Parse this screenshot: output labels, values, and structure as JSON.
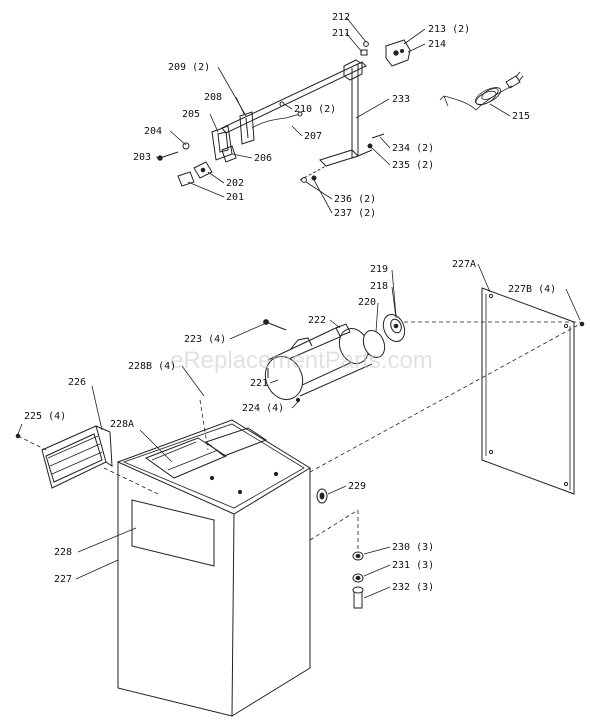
{
  "watermark": "eReplacementParts.com",
  "callouts": [
    {
      "id": "212",
      "text": "212"
    },
    {
      "id": "211",
      "text": "211"
    },
    {
      "id": "213",
      "text": "213 (2)"
    },
    {
      "id": "214",
      "text": "214"
    },
    {
      "id": "209",
      "text": "209 (2)"
    },
    {
      "id": "233",
      "text": "233"
    },
    {
      "id": "208",
      "text": "208"
    },
    {
      "id": "210",
      "text": "210 (2)"
    },
    {
      "id": "205",
      "text": "205"
    },
    {
      "id": "207",
      "text": "207"
    },
    {
      "id": "204",
      "text": "204"
    },
    {
      "id": "215",
      "text": "215"
    },
    {
      "id": "234",
      "text": "234 (2)"
    },
    {
      "id": "203",
      "text": "203"
    },
    {
      "id": "206",
      "text": "206"
    },
    {
      "id": "235",
      "text": "235 (2)"
    },
    {
      "id": "202",
      "text": "202"
    },
    {
      "id": "201",
      "text": "201"
    },
    {
      "id": "236",
      "text": "236 (2)"
    },
    {
      "id": "237",
      "text": "237 (2)"
    },
    {
      "id": "227A",
      "text": "227A"
    },
    {
      "id": "219",
      "text": "219"
    },
    {
      "id": "227B",
      "text": "227B (4)"
    },
    {
      "id": "218",
      "text": "218"
    },
    {
      "id": "220",
      "text": "220"
    },
    {
      "id": "222",
      "text": "222"
    },
    {
      "id": "223",
      "text": "223 (4)"
    },
    {
      "id": "228B",
      "text": "228B (4)"
    },
    {
      "id": "221",
      "text": "221"
    },
    {
      "id": "226",
      "text": "226"
    },
    {
      "id": "224",
      "text": "224 (4)"
    },
    {
      "id": "225",
      "text": "225 (4)"
    },
    {
      "id": "228A",
      "text": "228A"
    },
    {
      "id": "229",
      "text": "229"
    },
    {
      "id": "228",
      "text": "228"
    },
    {
      "id": "230",
      "text": "230 (3)"
    },
    {
      "id": "227",
      "text": "227"
    },
    {
      "id": "231",
      "text": "231 (3)"
    },
    {
      "id": "232",
      "text": "232 (3)"
    }
  ]
}
